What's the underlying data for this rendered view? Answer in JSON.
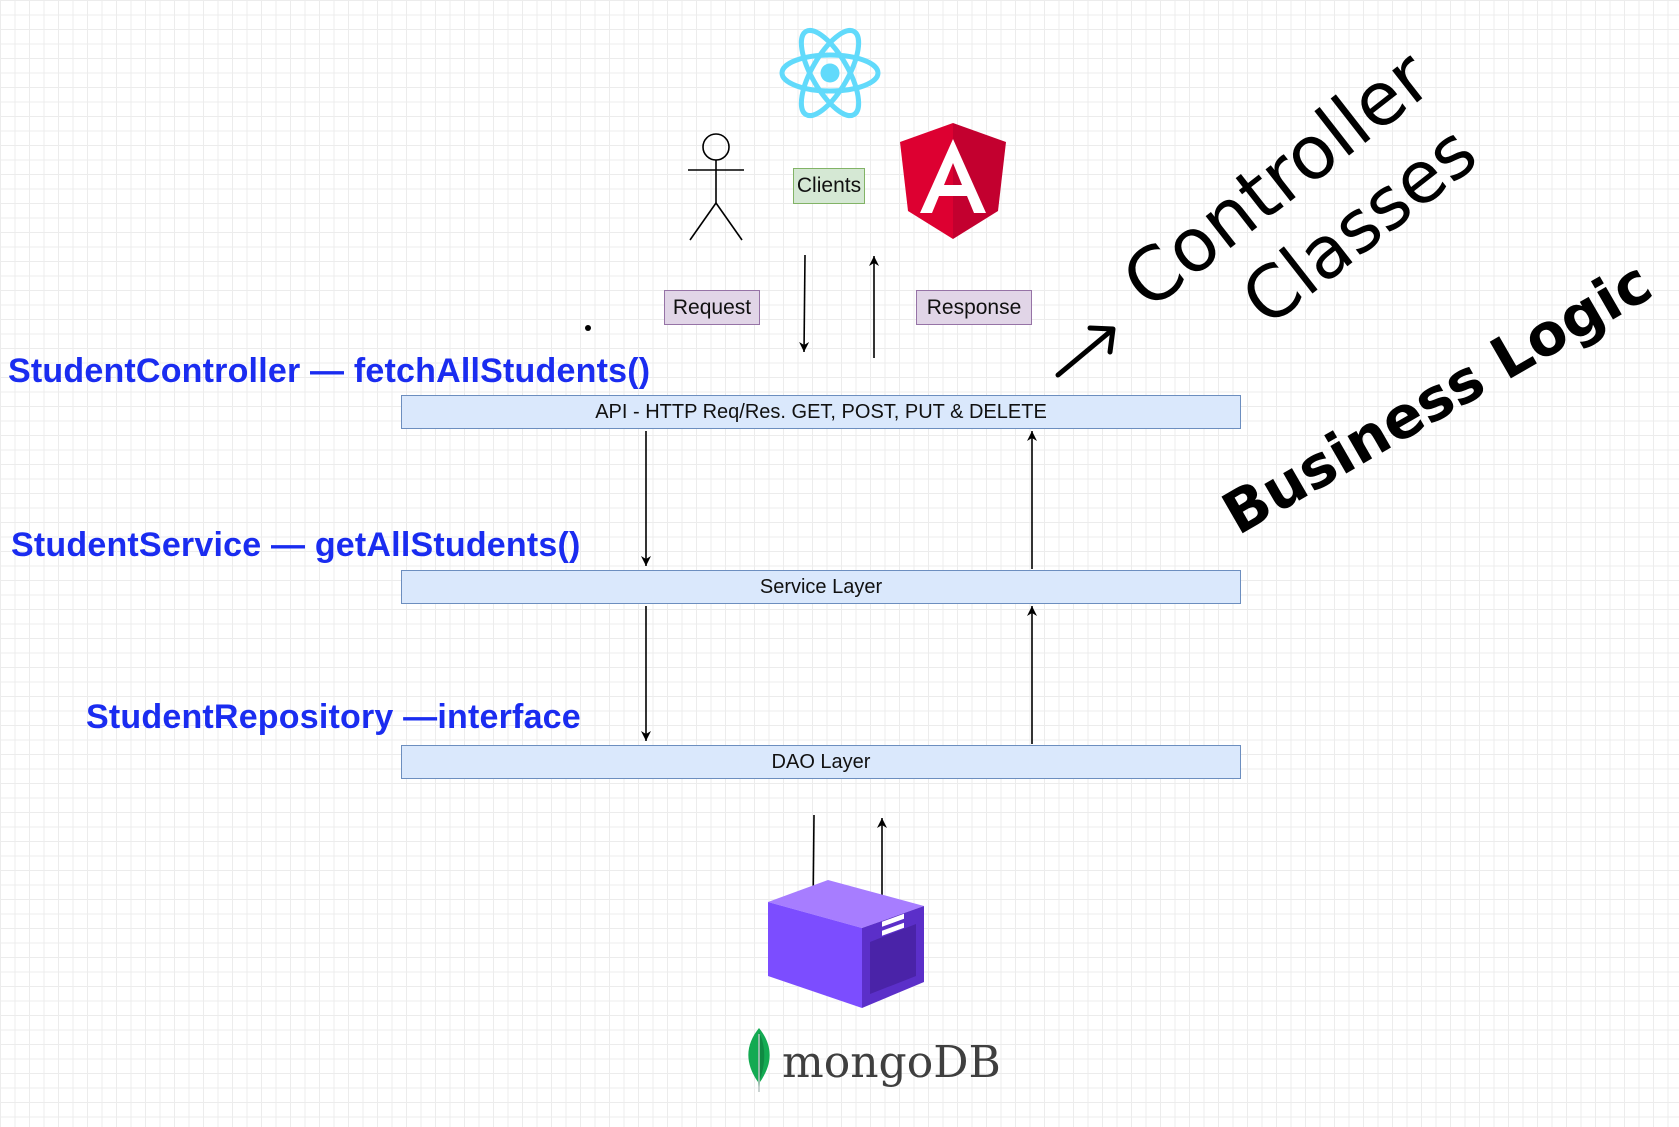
{
  "clients_label": "Clients",
  "request_label": "Request",
  "response_label": "Response",
  "layers": {
    "api": "API - HTTP Req/Res. GET, POST, PUT & DELETE",
    "service": "Service Layer",
    "dao": "DAO Layer"
  },
  "code_labels": {
    "controller": "StudentController — fetchAllStudents()",
    "service": "StudentService — getAllStudents()",
    "repository": "StudentRepository —interface"
  },
  "annotations": {
    "controller_word": "Controller",
    "classes_word": "Classes",
    "business_logic": "Business Logic"
  },
  "mongodb_label": "mongoDB",
  "colors": {
    "label_blue": "#1a2cf0",
    "layer_fill": "#dae8fc",
    "layer_stroke": "#6c8ebf",
    "clients_fill": "#d5e8d4",
    "tag_fill": "#e1d5e7",
    "react_blue": "#61dafb",
    "angular_red": "#dd0031",
    "db_purple": "#7c4dff",
    "mongo_green": "#13aa52"
  }
}
